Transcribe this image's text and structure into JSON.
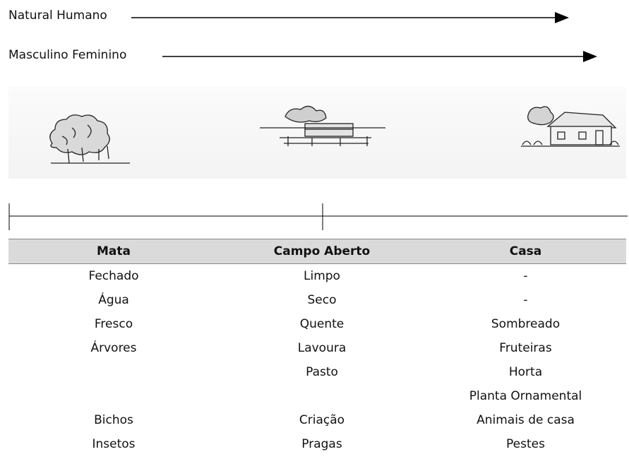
{
  "axes": [
    {
      "label": "Natural Humano"
    },
    {
      "label": "Masculino Feminino"
    }
  ],
  "illustrations": [
    "forest-drawing",
    "field-drawing",
    "house-drawing"
  ],
  "table": {
    "headers": [
      "Mata",
      "Campo Aberto",
      "Casa"
    ],
    "rows": [
      [
        "Fechado",
        "Limpo",
        "-"
      ],
      [
        "Água",
        "Seco",
        "-"
      ],
      [
        "Fresco",
        "Quente",
        "Sombreado"
      ],
      [
        "Árvores",
        "Lavoura",
        "Fruteiras"
      ],
      [
        "",
        "Pasto",
        "Horta"
      ],
      [
        "",
        "",
        "Planta Ornamental"
      ],
      [
        "Bichos",
        "Criação",
        "Animais de casa"
      ],
      [
        "Insetos",
        "Pragas",
        "Pestes"
      ]
    ]
  }
}
